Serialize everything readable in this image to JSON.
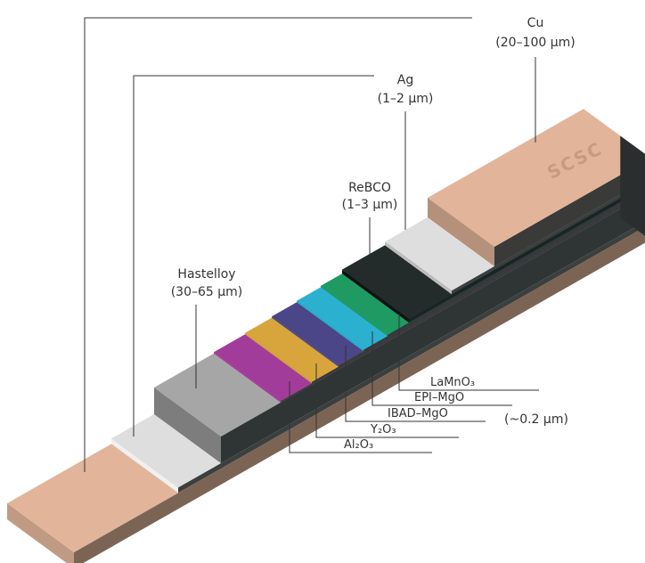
{
  "labels": {
    "cu": {
      "name": "Cu",
      "thickness": "(20–100 μm)"
    },
    "ag": {
      "name": "Ag",
      "thickness": "(1–2 μm)"
    },
    "rebco": {
      "name": "ReBCO",
      "thickness": "(1–3 μm)"
    },
    "hastelloy": {
      "name": "Hastelloy",
      "thickness": "(30–65 μm)"
    },
    "buffer": {
      "layers": [
        "LaMnO₃",
        "EPI–MgO",
        "IBAD–MgO",
        "Y₂O₃",
        "Al₂O₃"
      ],
      "thickness": "(~0.2 μm)"
    },
    "logo": "SCSC"
  },
  "colors": {
    "copper": "#e2b59a",
    "silver": "#dedede",
    "hastelloy": "#a6a6a6",
    "al2o3": "#a23c9a",
    "y2o3": "#d8a53c",
    "ibad_mgo": "#4b4688",
    "epi_mgo": "#2bb0d0",
    "lamno3": "#1f9a62",
    "rebco": "#232b2b",
    "side": "#2f3434"
  }
}
